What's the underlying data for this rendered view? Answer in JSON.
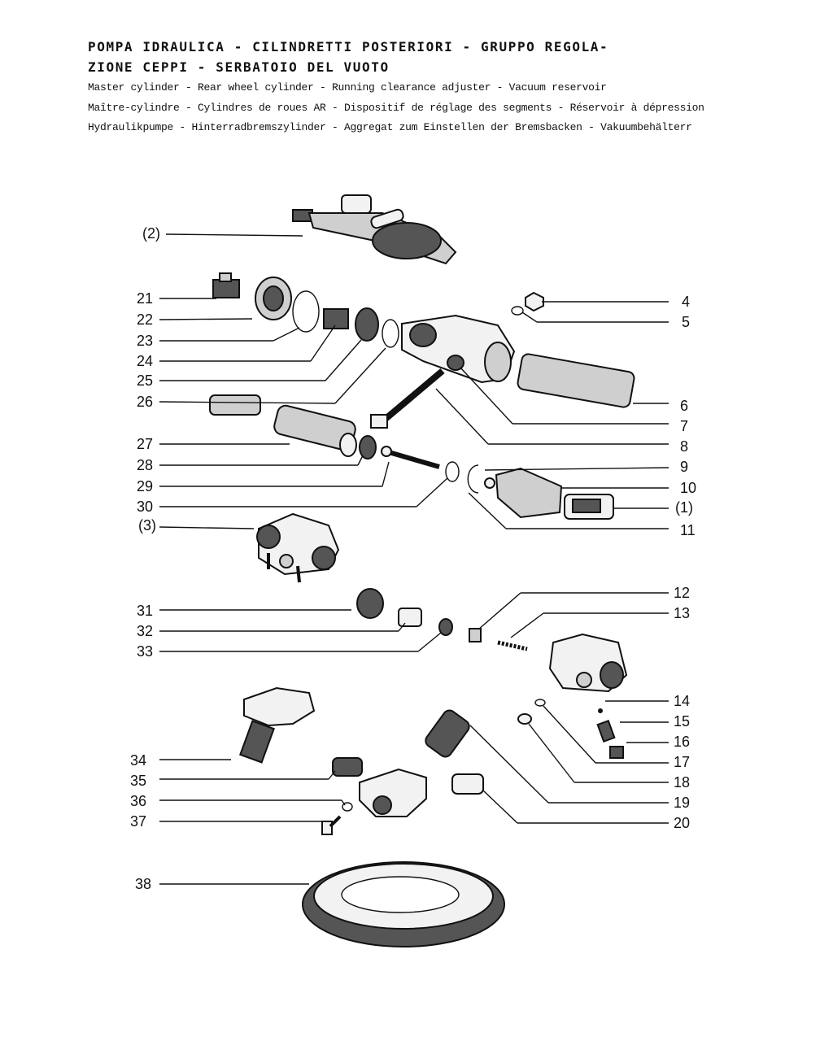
{
  "header": {
    "title_line1": "POMPA IDRAULICA - CILINDRETTI POSTERIORI - GRUPPO REGOLA-",
    "title_line2": "ZIONE CEPPI - SERBATOIO DEL VUOTO",
    "english": "Master cylinder - Rear wheel cylinder - Running clearance adjuster - Vacuum reservoir",
    "french": "Maître-cylindre - Cylindres de roues AR - Dispositif de réglage des segments - Réservoir à dépression",
    "german": "Hydraulikpumpe - Hinterradbremszylinder - Aggregat zum Einstellen der Bremsbacken - Vakuumbehälterr"
  },
  "labels": {
    "a2": "(2)",
    "a1": "(1)",
    "a3": "(3)",
    "n1": "1",
    "n4": "4",
    "n5": "5",
    "n6": "6",
    "n7": "7",
    "n8": "8",
    "n9": "9",
    "n10": "10",
    "n11": "11",
    "n12": "12",
    "n13": "13",
    "n14": "14",
    "n15": "15",
    "n16": "16",
    "n17": "17",
    "n18": "18",
    "n19": "19",
    "n20": "20",
    "n21": "21",
    "n22": "22",
    "n23": "23",
    "n24": "24",
    "n25": "25",
    "n26": "26",
    "n27": "27",
    "n28": "28",
    "n29": "29",
    "n30": "30",
    "n31": "31",
    "n32": "32",
    "n33": "33",
    "n34": "34",
    "n35": "35",
    "n36": "36",
    "n37": "37",
    "n38": "38"
  }
}
